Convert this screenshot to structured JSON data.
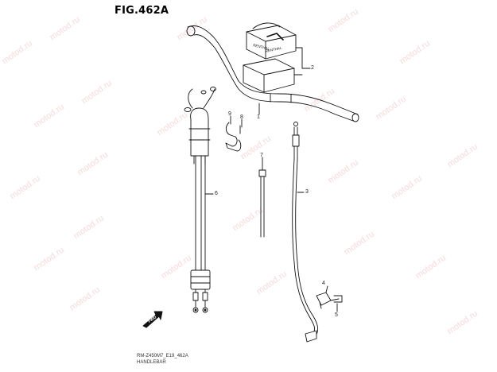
{
  "title": "FIG.462A",
  "watermark": "motod.ru",
  "callouts": [
    "1",
    "2",
    "3",
    "4",
    "5",
    "6",
    "7",
    "8",
    "9"
  ],
  "footer": {
    "code": "RM-Z450M7_E19_462A",
    "caption": "HANDLEBAR"
  },
  "fwd_label": "FWD",
  "pad_text": [
    "RENTHAL",
    "RENTHAL"
  ]
}
